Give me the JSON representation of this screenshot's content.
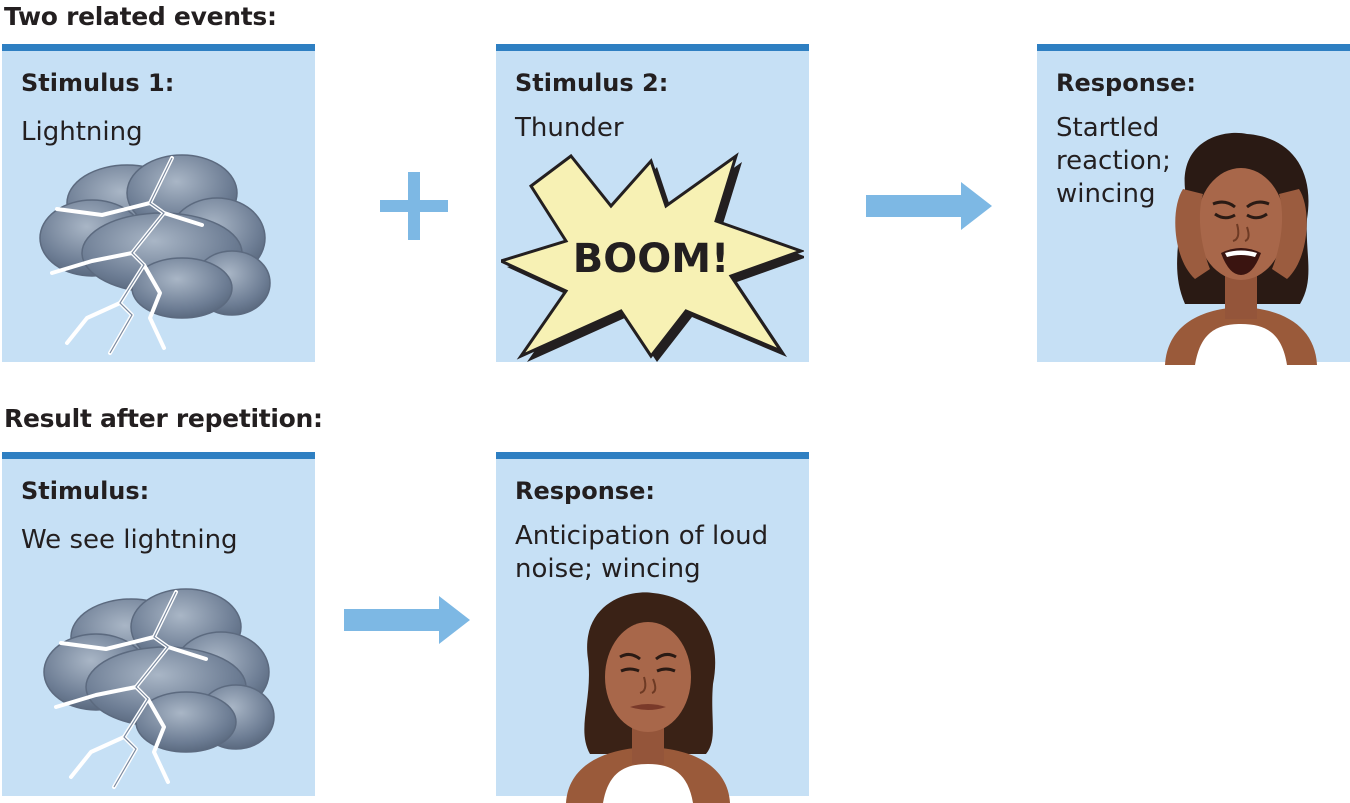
{
  "sections": {
    "top_title": "Two related events:",
    "bottom_title": "Result after repetition:"
  },
  "panels": {
    "stimulus1": {
      "heading": "Stimulus 1:",
      "text": "Lightning"
    },
    "stimulus2": {
      "heading": "Stimulus 2:",
      "text": "Thunder",
      "burst_text": "BOOM!"
    },
    "response1": {
      "heading": "Response:",
      "text": "Startled\nreaction;\nwincing"
    },
    "stimulus3": {
      "heading": "Stimulus:",
      "text": "We see lightning"
    },
    "response2": {
      "heading": "Response:",
      "text": "Anticipation of loud\nnoise; wincing"
    }
  },
  "icons": {
    "plus": "plus-icon",
    "arrow": "arrow-right-icon",
    "cloud": "storm-cloud-lightning-icon",
    "burst": "explosion-burst-icon",
    "startled_face": "startled-woman-icon",
    "wincing_face": "wincing-woman-icon"
  },
  "colors": {
    "panel_fill": "#c6e0f5",
    "panel_border": "#2e7fc2",
    "connector": "#7db8e4",
    "burst_fill": "#f7f1b4"
  }
}
